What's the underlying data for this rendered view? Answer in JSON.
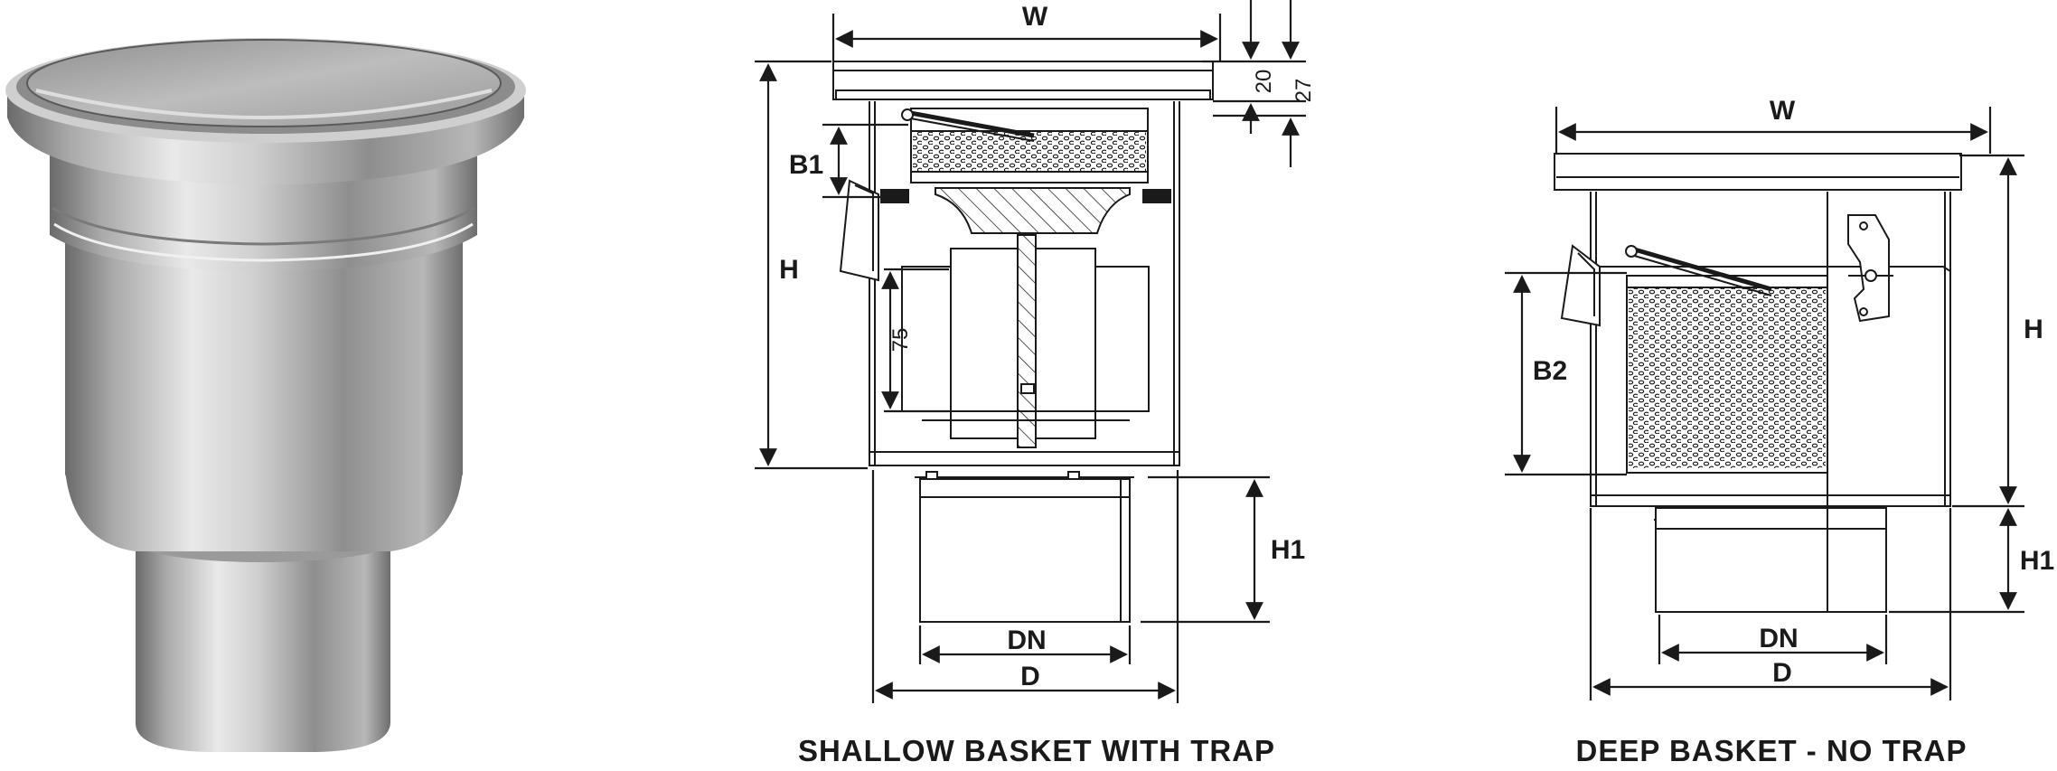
{
  "diagrams": {
    "shallow": {
      "caption": "SHALLOW BASKET WITH TRAP",
      "labels": {
        "w": "W",
        "h": "H",
        "b1": "B1",
        "h1": "H1",
        "dn": "DN",
        "d": "D",
        "t20": "20",
        "t27": "27",
        "d75": "75"
      }
    },
    "deep": {
      "caption": "DEEP BASKET - NO TRAP",
      "labels": {
        "w": "W",
        "h": "H",
        "b2": "B2",
        "h1": "H1",
        "dn": "DN",
        "d": "D"
      }
    }
  },
  "colors": {
    "line": "#1a1a1a",
    "metal_light": "#e6e6e6",
    "metal_mid": "#b9b9b9",
    "metal_dark": "#6f6f6f"
  }
}
